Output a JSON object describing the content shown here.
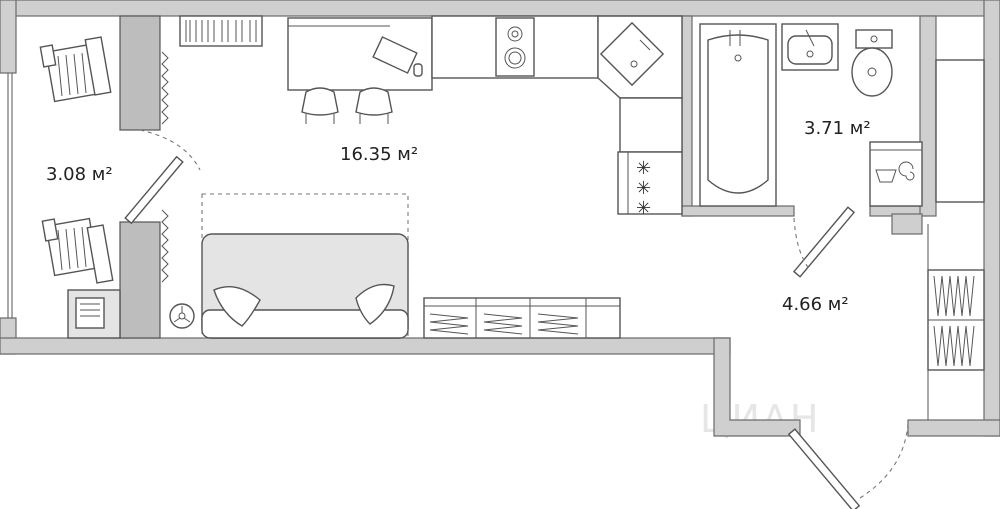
{
  "rooms": [
    {
      "id": "balcony",
      "area_label": "3.08 м²"
    },
    {
      "id": "living",
      "area_label": "16.35 м²"
    },
    {
      "id": "bathroom",
      "area_label": "3.71 м²"
    },
    {
      "id": "hallway",
      "area_label": "4.66 м²"
    }
  ],
  "watermark": "ЦИАН",
  "colors": {
    "wall": "#cfcfcf",
    "stroke": "#555555",
    "furniture_fill": "#e4e4e4"
  }
}
